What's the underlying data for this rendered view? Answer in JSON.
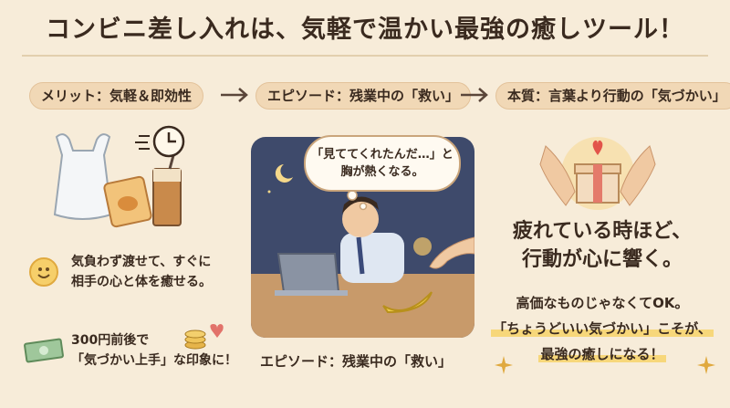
{
  "title": "コンビニ差し入れは、気軽で温かい最強の癒しツール！",
  "steps": [
    {
      "label": "メリット：気軽＆即効性"
    },
    {
      "label": "エピソード：残業中の「救い」"
    },
    {
      "label": "本質：言葉より行動の「気づかい」"
    }
  ],
  "benefits": [
    {
      "line1": "気負わず渡せて、すぐに",
      "line2": "相手の心と体を癒せる。"
    },
    {
      "line1": "300円前後で",
      "line2": "「気づかい上手」な印象に！"
    }
  ],
  "episode": {
    "bubble_line1": "「見ててくれたんだ…」と",
    "bubble_line2": "胸が熱くなる。",
    "caption": "エピソード：残業中の「救い」"
  },
  "essence": {
    "headline_line1": "疲れている時ほど、",
    "headline_line2": "行動が心に響く。",
    "msg_line1": "高価なものじゃなくてOK。",
    "msg_line2": "「ちょうどいい気づかい」こそが、",
    "msg_line3": "最強の癒しになる！"
  },
  "colors": {
    "background": "#f7ecd9",
    "pill": "#f1d8b6",
    "highlight": "#f7d77a",
    "text": "#3a2a1f"
  }
}
